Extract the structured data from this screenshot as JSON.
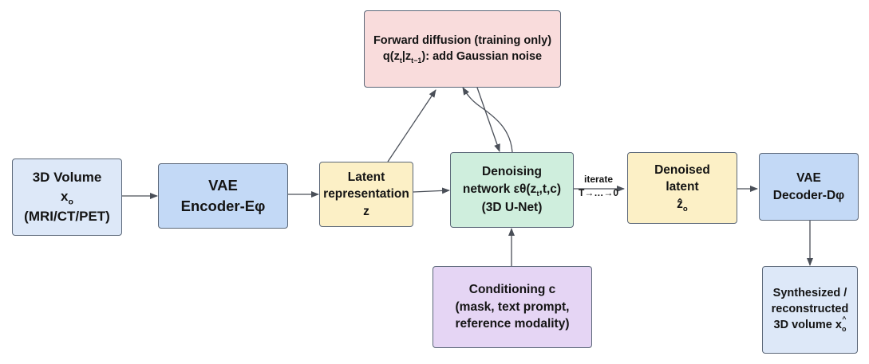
{
  "colors": {
    "blue_light": "#dde8f8",
    "blue": "#c3d9f6",
    "yellow": "#fcf0c6",
    "green": "#cfeedd",
    "pink": "#f9dcdc",
    "purple": "#e5d5f4",
    "border": "#5b6778",
    "arrow": "#4a4f58"
  },
  "nodes": {
    "input_volume": {
      "line1": "3D Volume",
      "line2_main": "x",
      "line2_sub": "o",
      "line3": "(MRI/CT/PET)"
    },
    "vae_encoder": {
      "line1": "VAE",
      "line2": "Encoder-Eφ"
    },
    "latent": {
      "line1": "Latent",
      "line2": "representation",
      "line3": "z"
    },
    "forward_diffusion": {
      "line1": "Forward diffusion (training only)",
      "line2_pre": "q(z",
      "line2_sub1": "t",
      "line2_bar": "|z",
      "line2_sub2": "t−1",
      "line2_post": "): add Gaussian noise"
    },
    "denoising_network": {
      "line1": "Denoising",
      "line2_pre": "network εθ(z",
      "line2_sub": "t",
      "line2_post": ",t,c)",
      "line3": "(3D U-Net)"
    },
    "conditioning": {
      "line1": "Conditioning c",
      "line2": "(mask, text prompt,",
      "line3": "reference modality)"
    },
    "denoised_latent": {
      "line1": "Denoised",
      "line2": "latent",
      "line3_main": "ẑ",
      "line3_sub": "o"
    },
    "vae_decoder": {
      "line1": "VAE",
      "line2": "Decoder-Dφ"
    },
    "output_volume": {
      "line1": "Synthesized /",
      "line2": "reconstructed",
      "line3_pre": "3D volume x",
      "line3_sup": "^",
      "line3_sub": "o"
    }
  },
  "edge_labels": {
    "iterate": {
      "line1": "iterate",
      "line2": "T→…→0"
    }
  }
}
